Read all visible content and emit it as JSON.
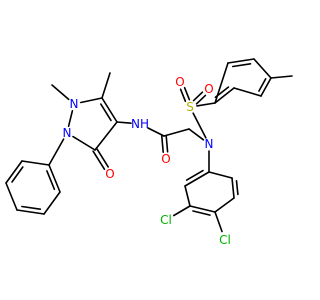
{
  "molecule": {
    "atom_labels": {
      "nh": "NH",
      "n_ring_1": "N",
      "n_ring_2": "N",
      "n_sulfonamide": "N",
      "o_pyrazolone": "O",
      "o_amide": "O",
      "s_sulfonyl": "S",
      "o_sulfonyl_1": "O",
      "o_sulfonyl_2": "O",
      "cl_1": "Cl",
      "cl_2": "Cl"
    },
    "element_colors": {
      "N": "#0000ff",
      "O": "#ff0000",
      "S": "#b2b200",
      "Cl": "#00b200",
      "C": "#000000"
    }
  }
}
